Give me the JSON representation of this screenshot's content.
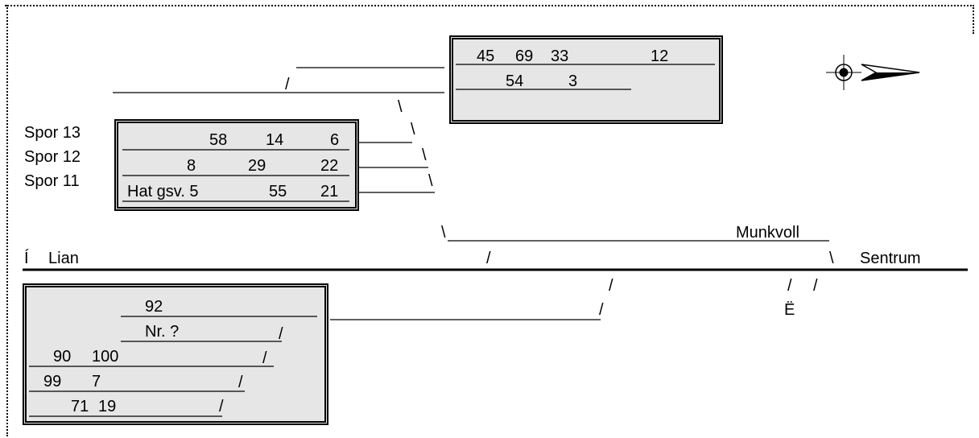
{
  "top_box": {
    "row1": [
      "45",
      "69",
      "33",
      "12"
    ],
    "row2": [
      "54",
      "3"
    ]
  },
  "spor_box": {
    "labels": [
      "Spor 13",
      "Spor 12",
      "Spor 11"
    ],
    "rows": [
      [
        "58",
        "14",
        "6"
      ],
      [
        "8",
        "29",
        "22"
      ],
      [
        "Hat gsv. 5",
        "55",
        "21"
      ]
    ]
  },
  "bottom_box": {
    "rows": [
      "92",
      "Nr. ?",
      "90",
      "100",
      "99",
      "7",
      "71",
      "19"
    ]
  },
  "main_line": {
    "left_glyph": "Í",
    "left_label": "Lian",
    "right_label": "Sentrum",
    "branch_label": "Munkvoll",
    "bottom_glyph": "Ë"
  },
  "compass": {
    "icon": "compass-north-arrow-icon"
  }
}
